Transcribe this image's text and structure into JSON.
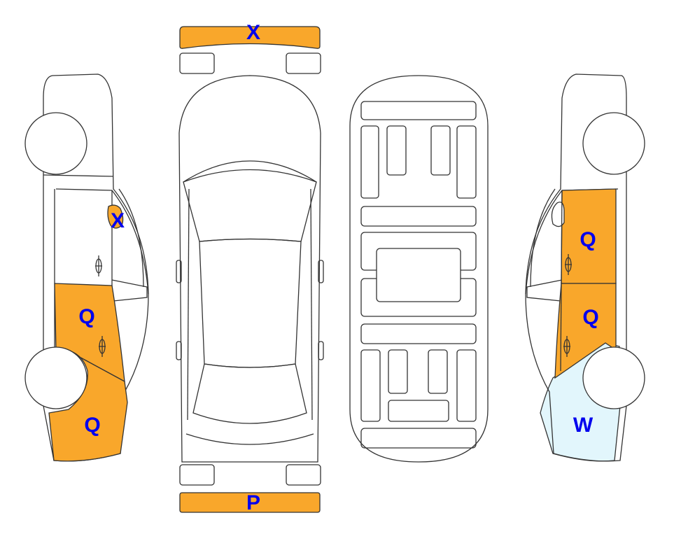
{
  "colors": {
    "damaged": "#F9A72B",
    "light": "#E2F6FC",
    "outline": "#333333",
    "label": "#0000EE"
  },
  "bumpers": {
    "front": {
      "code": "X"
    },
    "rear": {
      "code": "P"
    }
  },
  "left_side": {
    "front_pillar": {
      "code": "X"
    },
    "rear_door": {
      "code": "Q"
    },
    "rear_quarter": {
      "code": "Q"
    }
  },
  "right_side": {
    "rear_door": {
      "code": "Q"
    },
    "front_door": {
      "code": "Q"
    },
    "front_fender": {
      "code": "W"
    }
  }
}
